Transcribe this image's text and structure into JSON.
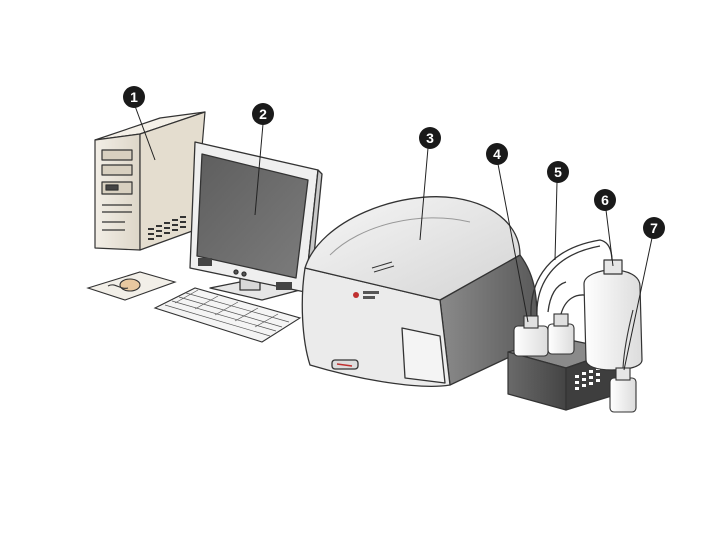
{
  "diagram": {
    "components": [
      {
        "id": "1",
        "name": "computer-tower"
      },
      {
        "id": "2",
        "name": "monitor"
      },
      {
        "id": "3",
        "name": "analyzer-instrument"
      },
      {
        "id": "4",
        "name": "reagent-bottle-pair"
      },
      {
        "id": "5",
        "name": "tubing-line"
      },
      {
        "id": "6",
        "name": "large-container"
      },
      {
        "id": "7",
        "name": "small-waste-bottle"
      }
    ],
    "colors": {
      "callout_fill": "#1a1a1a",
      "outline": "#333333",
      "beige": "#ebe6dc",
      "screen": "#6a6a6a",
      "instrument_light": "#ececec",
      "instrument_mid": "#c8c8c8",
      "instrument_dark": "#7a7a7a",
      "box_dark": "#5a5a5a"
    }
  }
}
